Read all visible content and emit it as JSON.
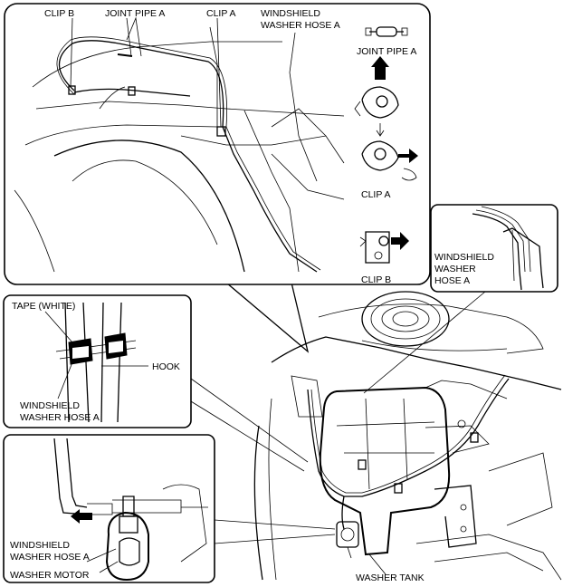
{
  "labels": {
    "clip_b": "CLIP B",
    "joint_pipe_a_top": "JOINT PIPE A",
    "clip_a_top": "CLIP A",
    "washer_hose_top_1": "WINDSHIELD",
    "washer_hose_top_2": "WASHER HOSE A",
    "joint_pipe_a_side": "JOINT PIPE A",
    "clip_a_side": "CLIP A",
    "clip_b_side": "CLIP B",
    "right_inset_1": "WINDSHIELD",
    "right_inset_2": "WASHER",
    "right_inset_3": "HOSE A",
    "tape_white": "TAPE (WHITE)",
    "hook": "HOOK",
    "mid_inset_1": "WINDSHIELD",
    "mid_inset_2": "WASHER HOSE A",
    "low_inset_1": "WINDSHIELD",
    "low_inset_2": "WASHER HOSE A",
    "washer_motor": "WASHER MOTOR",
    "washer_tank": "WASHER TANK"
  }
}
